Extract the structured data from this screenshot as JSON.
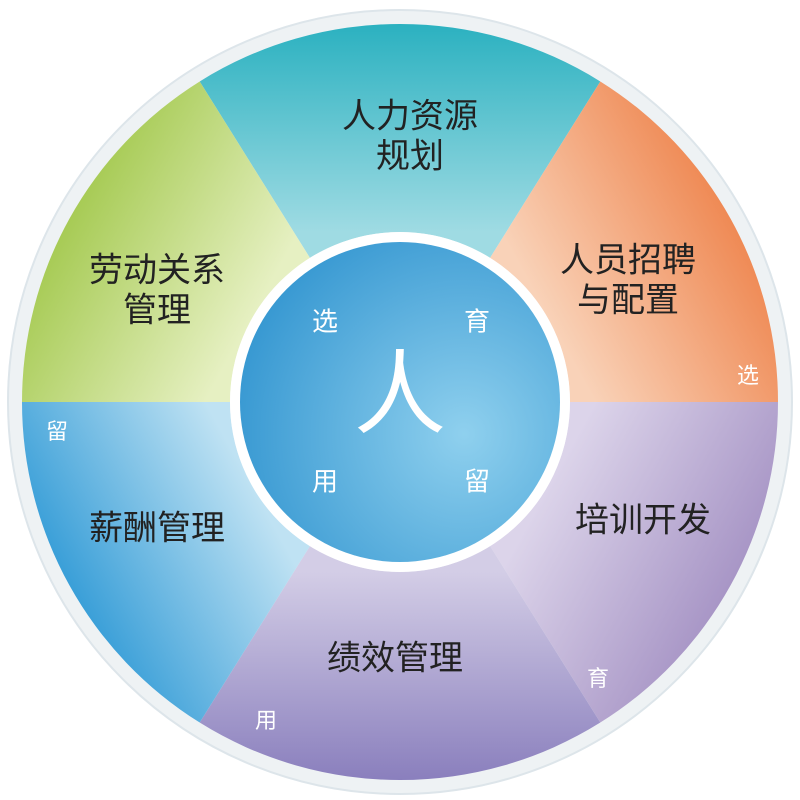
{
  "hub": {
    "center": "人",
    "words": [
      "选",
      "育",
      "用",
      "留"
    ]
  },
  "segments": [
    {
      "name": "segment-hr-planning",
      "lines": [
        "人力资源",
        "规划"
      ],
      "color_outer": "#2bb1c0",
      "color_inner": "#9fdbe3"
    },
    {
      "name": "segment-recruitment",
      "lines": [
        "人员招聘",
        "与配置"
      ],
      "color_outer": "#ef8a55",
      "color_inner": "#f9d2b8"
    },
    {
      "name": "segment-training",
      "lines": [
        "培训开发"
      ],
      "color_outer": "#a896c6",
      "color_inner": "#dcd4ea"
    },
    {
      "name": "segment-performance",
      "lines": [
        "绩效管理"
      ],
      "color_outer": "#8a7fbd",
      "color_inner": "#d3cde6"
    },
    {
      "name": "segment-compensation",
      "lines": [
        "薪酬管理"
      ],
      "color_outer": "#3a9fd8",
      "color_inner": "#bfe2f3"
    },
    {
      "name": "segment-labor-relations",
      "lines": [
        "劳动关系",
        "管理"
      ],
      "color_outer": "#a7cb55",
      "color_inner": "#e6f0c2"
    }
  ],
  "rim_tags": [
    "选",
    "育",
    "用",
    "留"
  ],
  "colors": {
    "rim": "#eef2f4",
    "hub_ring": "#ffffff",
    "hub_fill_outer": "#2f93cf",
    "hub_fill_inner": "#8fd0ee"
  }
}
